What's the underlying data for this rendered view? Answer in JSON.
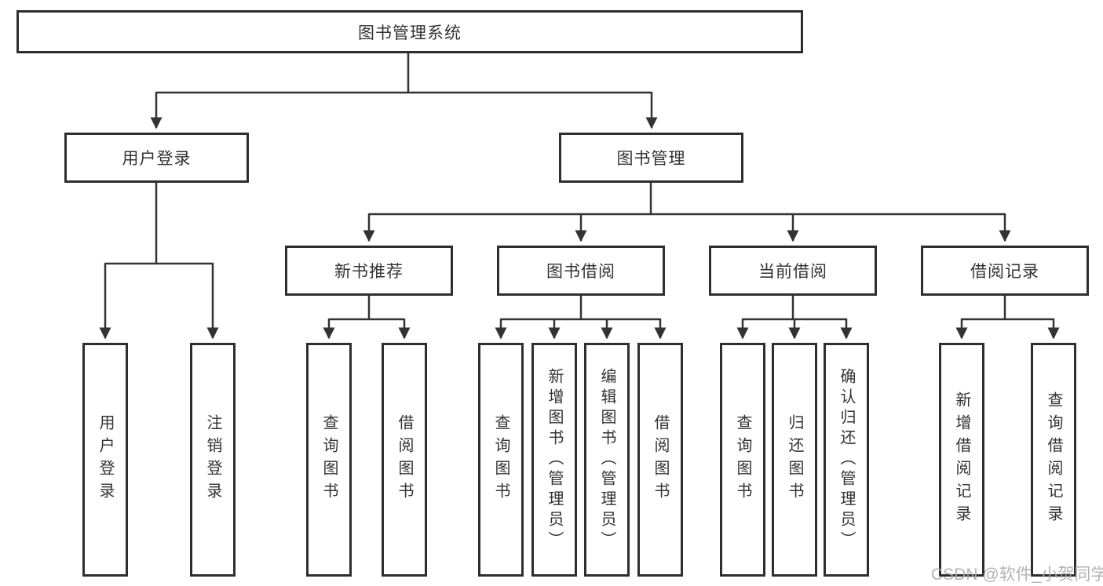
{
  "diagram_title": "图书管理系统",
  "tree": {
    "root": {
      "label": "图书管理系统"
    },
    "branches": [
      {
        "label": "用户登录",
        "children": [
          {
            "label": "用户登录"
          },
          {
            "label": "注销登录"
          }
        ]
      },
      {
        "label": "图书管理",
        "children": [
          {
            "label": "新书推荐",
            "children": [
              {
                "label": "查询图书"
              },
              {
                "label": "借阅图书"
              }
            ]
          },
          {
            "label": "图书借阅",
            "children": [
              {
                "label": "查询图书"
              },
              {
                "label": "新增图书（管理员）"
              },
              {
                "label": "编辑图书（管理员）"
              },
              {
                "label": "借阅图书"
              }
            ]
          },
          {
            "label": "当前借阅",
            "children": [
              {
                "label": "查询图书"
              },
              {
                "label": "归还图书"
              },
              {
                "label": "确认归还（管理员）"
              }
            ]
          },
          {
            "label": "借阅记录",
            "children": [
              {
                "label": "新增借阅记录"
              },
              {
                "label": "查询借阅记录"
              }
            ]
          }
        ]
      }
    ]
  },
  "watermark": "CSDN @软件_小贺同学",
  "colors": {
    "line": "#333333",
    "box_border": "#2e2e2e",
    "text": "#333333",
    "watermark": "#ababab",
    "background": "#ffffff"
  }
}
